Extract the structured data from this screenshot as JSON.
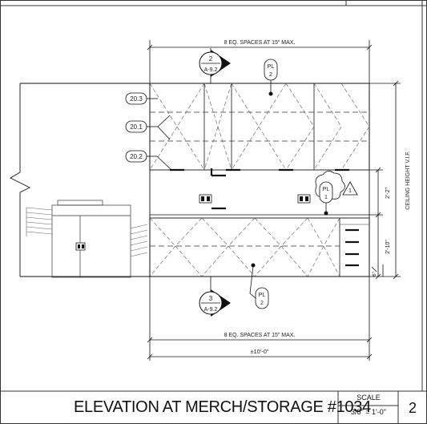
{
  "title_block": {
    "title": "ELEVATION AT MERCH/STORAGE #1034",
    "scale_label": "SCALE",
    "scale_value": "3/8\" = 1'-0\"",
    "sheet_number": "2"
  },
  "dimensions": {
    "top_spacing": "8 EQ. SPACES AT 15\" MAX.",
    "bottom_spacing": "8 EQ. SPACES AT 15\" MAX.",
    "overall_width": "±10'-0\"",
    "ceiling_height": "CEILING HEIGHT V.I.F.",
    "dim_upper": "2'-2\"",
    "dim_lower": "2'-10\"",
    "dim_small": "6\""
  },
  "section_markers": [
    {
      "number": "2",
      "sheet": "A-9.2"
    },
    {
      "number": "3",
      "sheet": "A-9.2"
    }
  ],
  "tags": {
    "pl_top": {
      "label": "PL",
      "num": "2"
    },
    "pl_bottom": {
      "label": "PL",
      "num": "2"
    },
    "pl_right": {
      "label": "PL",
      "num": "1"
    },
    "delta": "1"
  },
  "callouts": [
    "20.3",
    "20.1",
    "20.2"
  ]
}
